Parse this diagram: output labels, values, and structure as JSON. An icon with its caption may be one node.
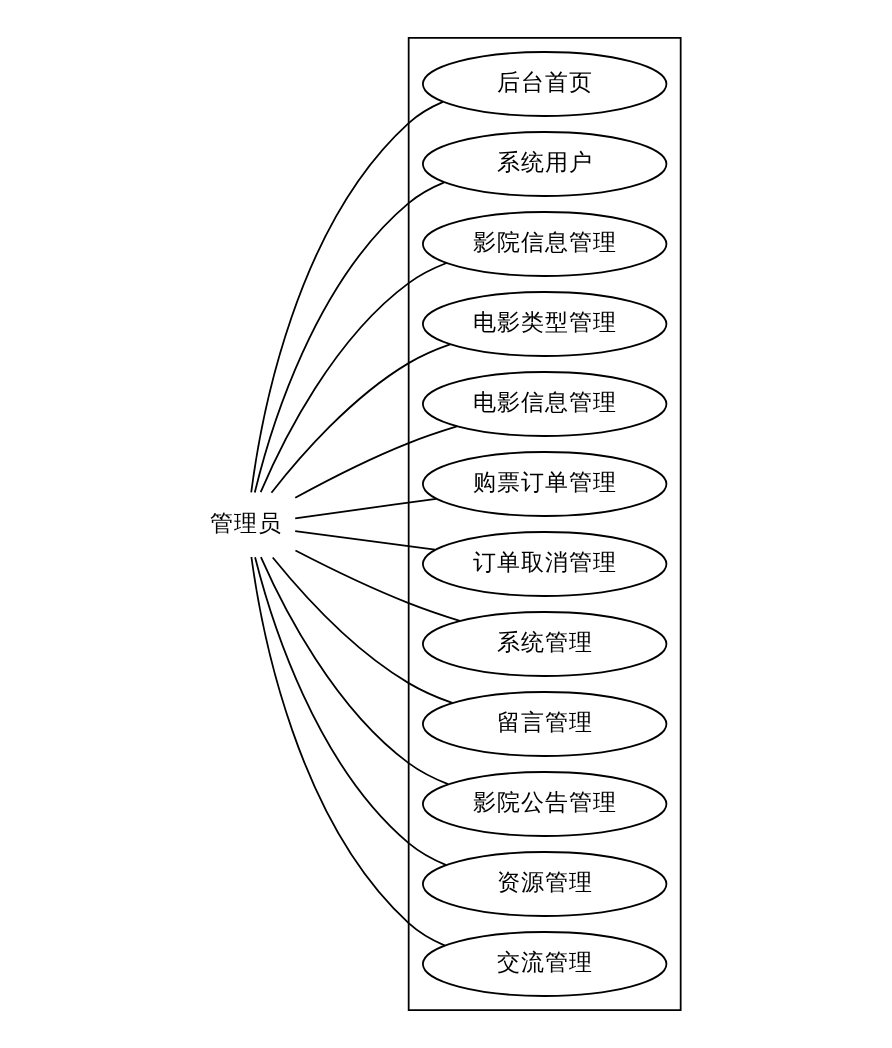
{
  "diagram": {
    "nodes": [
      {
        "text": [
          "管理员"
        ]
      },
      {
        "text": [],
        "shape": "box"
      },
      {
        "text": [
          "后台首页"
        ],
        "in": 1
      },
      {
        "text": [
          "系统用户"
        ],
        "in": 1
      },
      {
        "text": [
          "影院信息管理"
        ],
        "in": 1
      },
      {
        "text": [
          "电影类型管理"
        ],
        "in": 1
      },
      {
        "text": [
          "电影信息管理"
        ],
        "in": 1
      },
      {
        "text": [
          "购票订单管理"
        ],
        "in": 1
      },
      {
        "text": [
          "订单取消管理"
        ],
        "in": 1
      },
      {
        "text": [
          "系统管理"
        ],
        "in": 1
      },
      {
        "text": [
          "留言管理"
        ],
        "in": 1
      },
      {
        "text": [
          "影院公告管理"
        ],
        "in": 1
      },
      {
        "text": [
          "资源管理"
        ],
        "in": 1
      },
      {
        "text": [
          "交流管理"
        ],
        "in": 1
      }
    ],
    "edges": [
      {
        "from": 0,
        "to": 2,
        "arrow": "none"
      },
      {
        "from": 0,
        "to": 3,
        "arrow": "none"
      },
      {
        "from": 0,
        "to": 4,
        "arrow": "none"
      },
      {
        "from": 0,
        "to": 5,
        "arrow": "none"
      },
      {
        "from": 0,
        "to": 6,
        "arrow": "none"
      },
      {
        "from": 0,
        "to": 7,
        "arrow": "none"
      },
      {
        "from": 0,
        "to": 8,
        "arrow": "none"
      },
      {
        "from": 0,
        "to": 9,
        "arrow": "none"
      },
      {
        "from": 0,
        "to": 10,
        "arrow": "none"
      },
      {
        "from": 0,
        "to": 11,
        "arrow": "none"
      },
      {
        "from": 0,
        "to": 12,
        "arrow": "none"
      },
      {
        "from": 0,
        "to": 13,
        "arrow": "none"
      }
    ]
  }
}
